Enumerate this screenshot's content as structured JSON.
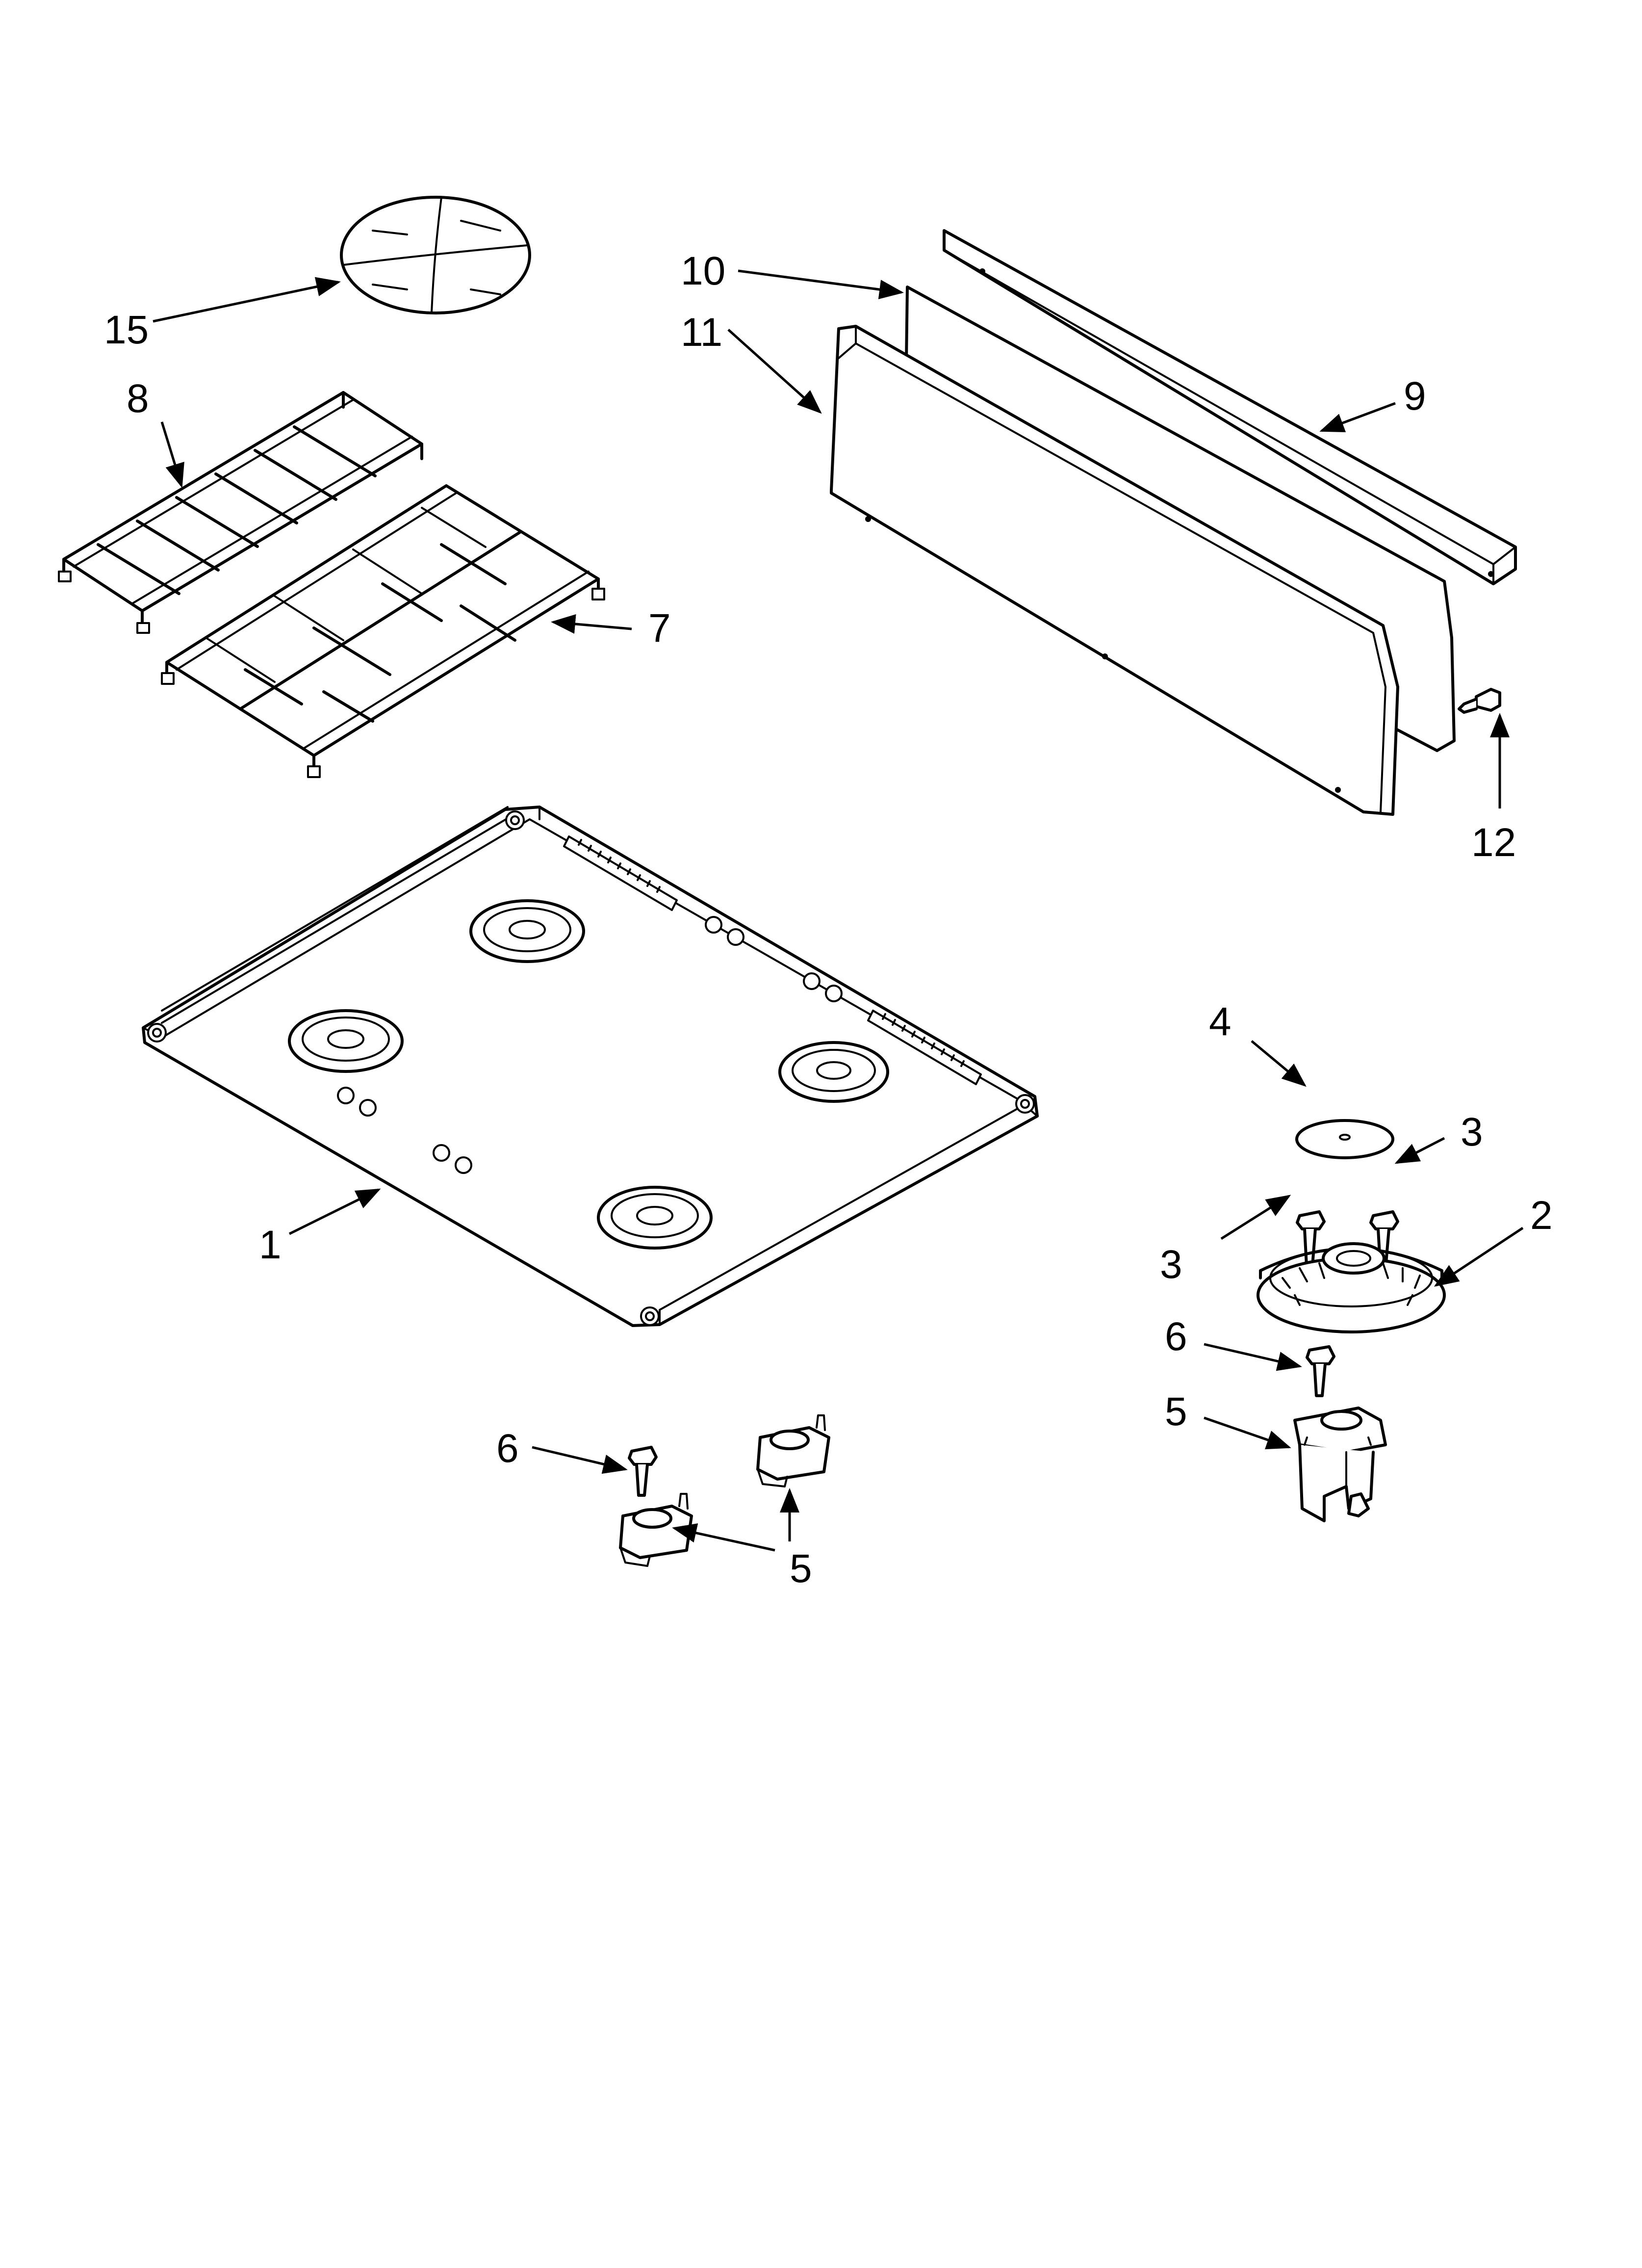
{
  "diagram": {
    "callouts": {
      "c1": "1",
      "c2": "2",
      "c3a": "3",
      "c3b": "3",
      "c4": "4",
      "c5a": "5",
      "c5b": "5",
      "c6a": "6",
      "c6b": "6",
      "c7": "7",
      "c8": "8",
      "c9": "9",
      "c10": "10",
      "c11": "11",
      "c12": "12",
      "c15": "15"
    },
    "parts": [
      "cooktop",
      "burner-base",
      "screw",
      "burner-cap",
      "burner-valve",
      "screw",
      "grate",
      "grate",
      "trim",
      "insulation",
      "backguard",
      "screw",
      "protector"
    ],
    "colors": {
      "line": "#000000",
      "background": "#ffffff"
    }
  }
}
